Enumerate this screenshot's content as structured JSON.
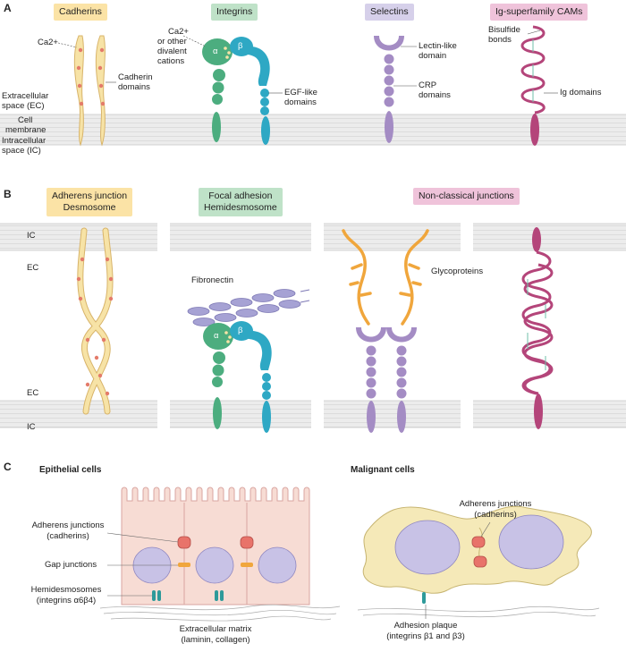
{
  "panels": {
    "a": "A",
    "b": "B",
    "c": "C"
  },
  "headers_a": {
    "cadherins": "Cadherins",
    "integrins": "Integrins",
    "selectins": "Selectins",
    "ig_cams": "Ig-superfamily CAMs"
  },
  "headers_b": {
    "adherens_1": "Adherens junction",
    "adherens_2": "Desmosome",
    "focal_1": "Focal adhesion",
    "focal_2": "Hemidesmosome",
    "nonclassical": "Non-classical junctions"
  },
  "labels_a": {
    "ca_1": "Ca2+",
    "extracellular_1": "Extracellular",
    "extracellular_2": "space (EC)",
    "cell_1": "Cell",
    "cell_2": "membrane",
    "intracellular_1": "Intracellular",
    "intracellular_2": "space (IC)",
    "cadherin_domains_1": "Cadherin",
    "cadherin_domains_2": "domains",
    "ca_2": "Ca2+",
    "ca_other_1": "or other",
    "ca_other_2": "divalent",
    "ca_other_3": "cations",
    "egf_1": "EGF-like",
    "egf_2": "domains",
    "lectin_1": "Lectin-like",
    "lectin_2": "domain",
    "crp_1": "CRP",
    "crp_2": "domains",
    "bisulfide_1": "Bisulfide",
    "bisulfide_2": "bonds",
    "ig_domains": "Ig domains",
    "alpha": "α",
    "beta": "β"
  },
  "labels_b": {
    "ic_top": "IC",
    "ec_top": "EC",
    "ec_bottom": "EC",
    "ic_bottom": "IC",
    "fibronectin": "Fibronectin",
    "glycoproteins": "Glycoproteins",
    "alpha": "α",
    "beta": "β"
  },
  "labels_c": {
    "epithelial_title": "Epithelial cells",
    "malignant_title": "Malignant cells",
    "adherens_1": "Adherens junctions",
    "adherens_2": "(cadherins)",
    "gap": "Gap junctions",
    "hemi_1": "Hemidesmosomes",
    "hemi_2": "(integrins α6β4)",
    "ecm_1": "Extracellular matrix",
    "ecm_2": "(laminin, collagen)",
    "mal_adherens_1": "Adherens junctions",
    "mal_adherens_2": "(cadherins)",
    "plaque_1": "Adhesion plaque",
    "plaque_2": "(integrins β1 and β3)"
  },
  "colors": {
    "cadherin": "#f7e3a6",
    "cadherin_stroke": "#d8b46a",
    "calcium": "#e47b6a",
    "integrin_alpha": "#4cad7f",
    "integrin_beta": "#2ea8c4",
    "selectin": "#a48cc4",
    "ig_cam": "#b4457a",
    "glycoprotein": "#f0a63c",
    "fibronectin": "#a6a2d4",
    "epithelial": "#f7dcd4",
    "malignant": "#f5e9b8",
    "nucleus": "#c8c2e6",
    "header_yellow": "#fbe3a6",
    "header_green": "#bfe2c8",
    "header_purple": "#d6d0ea",
    "header_pink": "#efc3da"
  }
}
